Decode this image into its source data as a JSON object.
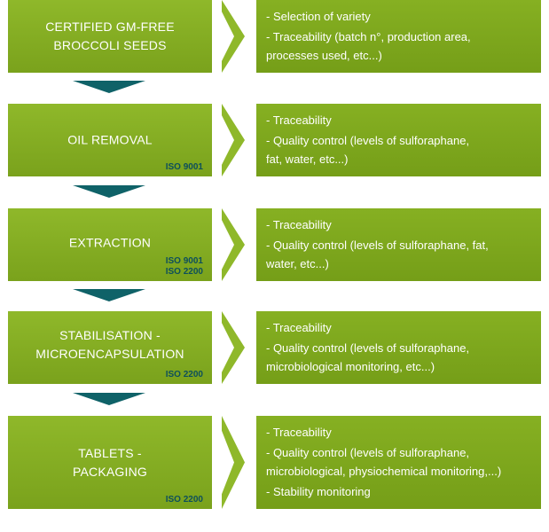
{
  "steps": [
    {
      "title": "CERTIFIED GM-FREE\nBROCCOLI SEEDS",
      "iso": [],
      "details": [
        "- Selection of variety",
        "- Traceability (batch n°, production area,",
        "processes used, etc...)"
      ]
    },
    {
      "title": "OIL REMOVAL",
      "iso": [
        "ISO 9001"
      ],
      "details": [
        "- Traceability",
        "- Quality control (levels of sulforaphane,",
        "fat, water, etc...)"
      ]
    },
    {
      "title": "EXTRACTION",
      "iso": [
        "ISO 9001",
        "ISO 2200"
      ],
      "details": [
        "- Traceability",
        "- Quality control (levels of sulforaphane, fat,",
        "water, etc...)"
      ]
    },
    {
      "title": "STABILISATION -\nMICROENCAPSULATION",
      "iso": [
        "ISO 2200"
      ],
      "details": [
        "- Traceability",
        "- Quality control (levels of sulforaphane,",
        "microbiological monitoring, etc...)"
      ]
    },
    {
      "title": "TABLETS -\nPACKAGING",
      "iso": [
        "ISO 2200"
      ],
      "details": [
        "- Traceability",
        "- Quality control (levels of sulforaphane,",
        "microbiological, physiochemical monitoring,...)",
        "- Stability monitoring"
      ]
    }
  ],
  "colors": {
    "step_green": "#82ac22",
    "desc_green": "#7ea61e",
    "iso_text": "#0d4f5b",
    "arrow": "#0f6268",
    "chevron": "#8fb82a"
  }
}
